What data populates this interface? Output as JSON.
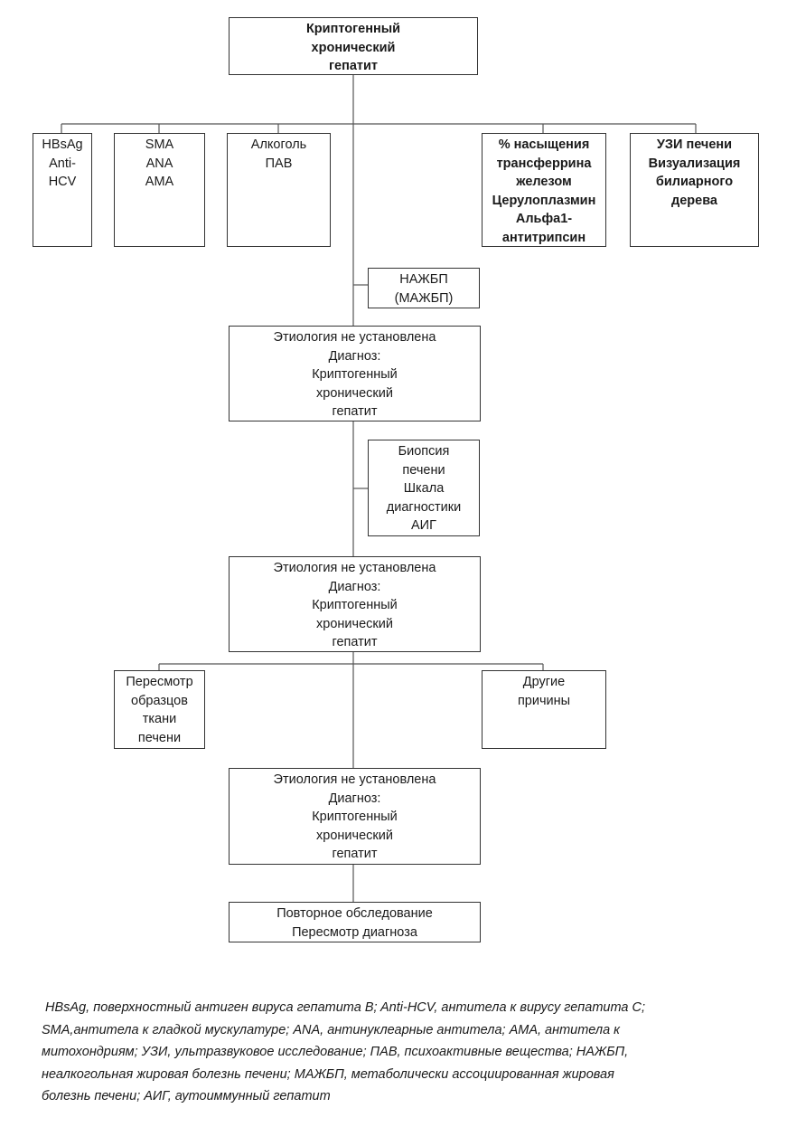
{
  "diagram": {
    "top": [
      "Криптогенный",
      "хронический",
      "гепатит"
    ],
    "hbsag": [
      "HBsAg",
      "Anti-",
      "HCV"
    ],
    "sma": [
      "SMA",
      "ANA",
      "AMA"
    ],
    "alcohol": [
      "Алкоголь",
      "ПАВ"
    ],
    "transferrin": [
      "% насыщения",
      "трансферрина",
      "железом",
      "Церулоплазмин",
      "Альфа1-",
      "антитрипсин"
    ],
    "uzi": [
      "УЗИ печени",
      "Визуализация",
      "билиарного",
      "дерева"
    ],
    "nafld": [
      "НАЖБП",
      "(МАЖБП)"
    ],
    "etiology1": [
      "Этиология не установлена",
      "Диагноз:",
      "Криптогенный",
      "хронический",
      "гепатит"
    ],
    "biopsy": [
      "Биопсия",
      "печени",
      "Шкала",
      "диагностики",
      "АИГ"
    ],
    "etiology2": [
      "Этиология не установлена",
      "Диагноз:",
      "Криптогенный",
      "хронический",
      "гепатит"
    ],
    "review": [
      "Пересмотр",
      "образцов",
      "ткани",
      "печени"
    ],
    "other": [
      "Другие",
      "причины"
    ],
    "etiology3": [
      "Этиология не установлена",
      "Диагноз:",
      "Криптогенный",
      "хронический",
      "гепатит"
    ],
    "final": [
      "Повторное обследование",
      "Пересмотр диагноза"
    ]
  },
  "footnote": [
    " HBsAg, поверхностный антиген вируса гепатита B; Anti-HCV, антитела к вирусу гепатита C;",
    "SMA,антитела к гладкой мускулатуре; ANA, антинуклеарные антитела; AMA, антитела к",
    "митохондриям; УЗИ, ультразвуковое исследование; ПАВ, психоактивные вещества; НАЖБП,",
    "неалкогольная жировая болезнь печени; МАЖБП, метаболически ассоциированная жировая",
    "болезнь печени; АИГ, аутоиммунный гепатит"
  ]
}
